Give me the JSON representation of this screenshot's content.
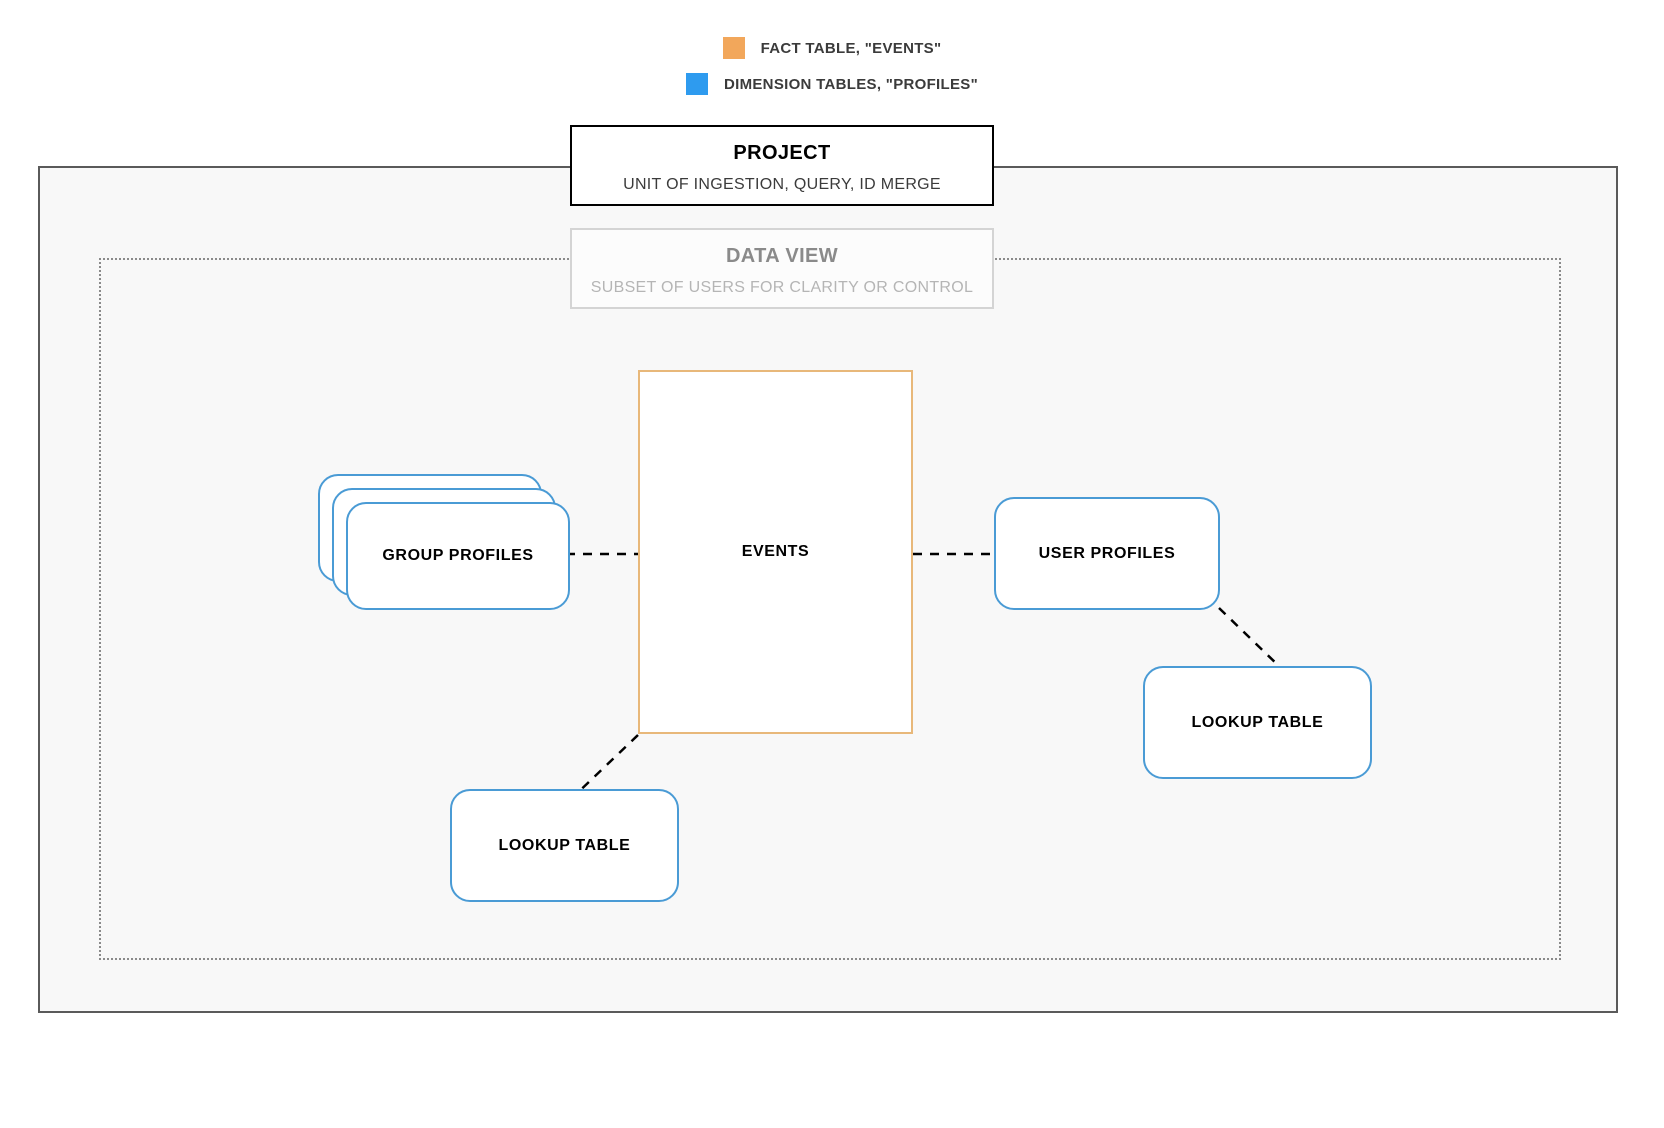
{
  "legend": {
    "items": [
      {
        "swatch_color": "#F2A75B",
        "label": "FACT TABLE, \"EVENTS\"",
        "icon": "orange-square-swatch"
      },
      {
        "swatch_color": "#2E9BEF",
        "label": "DIMENSION TABLES, \"PROFILES\"",
        "icon": "blue-square-swatch"
      }
    ]
  },
  "project": {
    "title": "PROJECT",
    "subtitle": "UNIT OF INGESTION, QUERY, ID MERGE",
    "border_color": "#000000"
  },
  "data_view": {
    "title": "DATA VIEW",
    "subtitle": "SUBSET OF USERS FOR CLARITY OR CONTROL",
    "border_color": "#d4d4d4"
  },
  "nodes": {
    "events": {
      "label": "EVENTS",
      "color": "#E8B87A"
    },
    "group_profiles": {
      "label": "GROUP PROFILES",
      "color": "#4A9BD5",
      "stack_count": 3
    },
    "user_profiles": {
      "label": "USER PROFILES",
      "color": "#4A9BD5"
    },
    "lookup_right": {
      "label": "LOOKUP TABLE",
      "color": "#4A9BD5"
    },
    "lookup_left": {
      "label": "LOOKUP TABLE",
      "color": "#4A9BD5"
    }
  },
  "connectors": [
    {
      "name": "group-profiles-to-events",
      "style": "dashed"
    },
    {
      "name": "events-to-user-profiles",
      "style": "dashed"
    },
    {
      "name": "user-profiles-to-lookup-right",
      "style": "dashed"
    },
    {
      "name": "events-to-lookup-left",
      "style": "dashed"
    }
  ]
}
